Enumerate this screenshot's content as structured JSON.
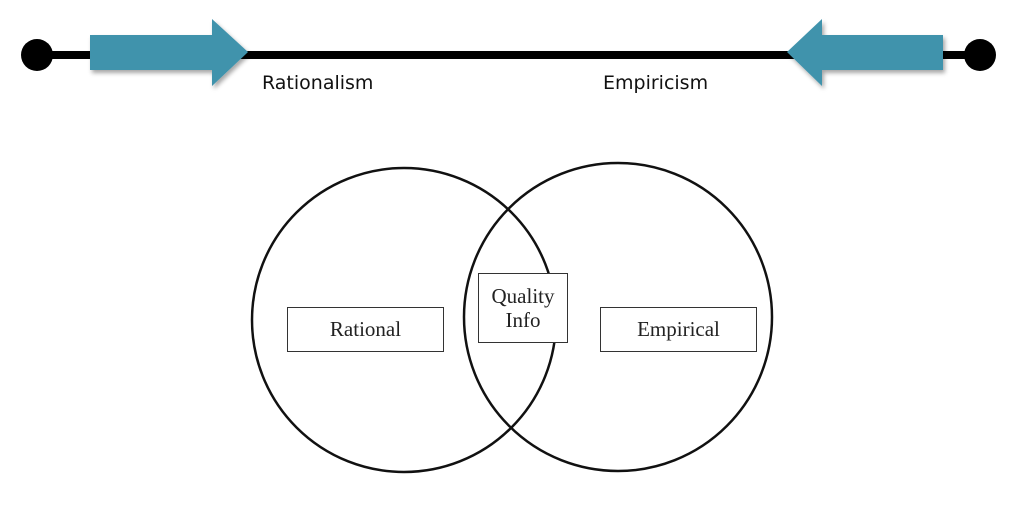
{
  "spectrum": {
    "left_label": "Rationalism",
    "right_label": "Empiricism",
    "arrow_color": "#3f93ac",
    "line_color": "#000000"
  },
  "venn": {
    "left_label": "Rational",
    "center_label": "Quality\nInfo",
    "right_label": "Empirical",
    "circle_stroke": "#111111"
  }
}
